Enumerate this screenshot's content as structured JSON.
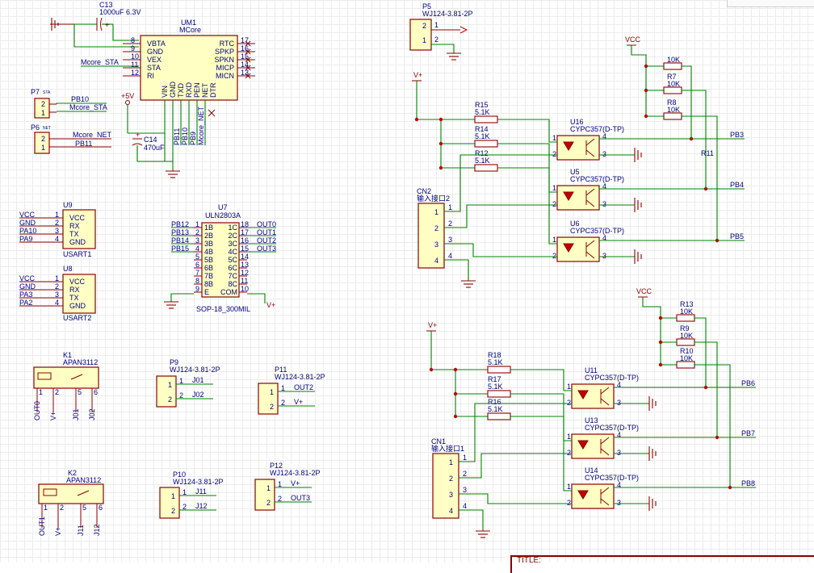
{
  "components": {
    "C13": {
      "ref": "C13",
      "value": "1000uF 6.3V"
    },
    "UM1": {
      "ref": "UM1",
      "value": "MCore",
      "left_pins": [
        {
          "num": "8",
          "name": "VBTA"
        },
        {
          "num": "9",
          "name": "GND"
        },
        {
          "num": "10",
          "name": "VEX"
        },
        {
          "num": "11",
          "name": "STA"
        },
        {
          "num": "12",
          "name": "RI"
        }
      ],
      "right_pins": [
        {
          "num": "17",
          "name": "RTC"
        },
        {
          "num": "16",
          "name": "SPKP"
        },
        {
          "num": "15",
          "name": "SPKN"
        },
        {
          "num": "14",
          "name": "MICP"
        },
        {
          "num": "13",
          "name": "MICN"
        }
      ],
      "bottom_pins": [
        "VIN",
        "GND",
        "TXD",
        "RXD",
        "PEN",
        "NET",
        "DTR"
      ]
    },
    "P5": {
      "ref": "P5",
      "value": "WJ124-3.81-2P"
    },
    "P7": {
      "ref": "P7",
      "sub": "STA"
    },
    "P6": {
      "ref": "P6",
      "sub": "NET"
    },
    "C14": {
      "ref": "C14",
      "value": "470uF"
    },
    "U9": {
      "ref": "U9",
      "value": "USART1",
      "pins": [
        "VCC",
        "RX",
        "TX",
        "GND"
      ],
      "nets": [
        "VCC",
        "GND",
        "PA10",
        "PA9"
      ]
    },
    "U8": {
      "ref": "U8",
      "value": "USART2",
      "pins": [
        "VCC",
        "RX",
        "TX",
        "GND"
      ],
      "nets": [
        "VCC",
        "GND",
        "PA3",
        "PA2"
      ]
    },
    "U7": {
      "ref": "U7",
      "value": "ULN2803A",
      "footprint": "SOP-18_300MIL",
      "left_pins": [
        {
          "num": "1",
          "name": "1B"
        },
        {
          "num": "2",
          "name": "2B"
        },
        {
          "num": "3",
          "name": "3B"
        },
        {
          "num": "4",
          "name": "4B"
        },
        {
          "num": "5",
          "name": "5B"
        },
        {
          "num": "6",
          "name": "6B"
        },
        {
          "num": "7",
          "name": "7B"
        },
        {
          "num": "8",
          "name": "8B"
        },
        {
          "num": "9",
          "name": "E"
        }
      ],
      "right_pins": [
        {
          "num": "18",
          "name": "1C"
        },
        {
          "num": "17",
          "name": "2C"
        },
        {
          "num": "16",
          "name": "3C"
        },
        {
          "num": "15",
          "name": "4C"
        },
        {
          "num": "14",
          "name": "5C"
        },
        {
          "num": "13",
          "name": "6C"
        },
        {
          "num": "12",
          "name": "7C"
        },
        {
          "num": "11",
          "name": "8C"
        },
        {
          "num": "10",
          "name": "COM"
        }
      ],
      "in_nets": [
        "PB12",
        "PB13",
        "PB14",
        "PB15"
      ],
      "out_nets": [
        "OUT0",
        "OUT1",
        "OUT2",
        "OUT3"
      ]
    },
    "K1": {
      "ref": "K1",
      "value": "APAN3112",
      "nets": [
        "OUT0",
        "V+",
        "J01",
        "J02"
      ],
      "pins": [
        "1",
        "2",
        "5",
        "6"
      ]
    },
    "K2": {
      "ref": "K2",
      "value": "APAN3112",
      "nets": [
        "OUT1",
        "V+",
        "J11",
        "J12"
      ],
      "pins": [
        "1",
        "2",
        "5",
        "6"
      ]
    },
    "P9": {
      "ref": "P9",
      "value": "WJ124-3.81-2P",
      "nets": [
        "J01",
        "J02"
      ]
    },
    "P11": {
      "ref": "P11",
      "value": "WJ124-3.81-2P",
      "nets": [
        "OUT2",
        "V+"
      ]
    },
    "P10": {
      "ref": "P10",
      "value": "WJ124-3.81-2P",
      "nets": [
        "J11",
        "J12"
      ]
    },
    "P12": {
      "ref": "P12",
      "value": "WJ124-3.81-2P",
      "nets": [
        "V+",
        "OUT3"
      ]
    },
    "CN2": {
      "ref": "CN2",
      "value": "输入接口2"
    },
    "CN1": {
      "ref": "CN1",
      "value": "输入接口1"
    },
    "R15": {
      "ref": "R15",
      "value": "5.1K"
    },
    "R14": {
      "ref": "R14",
      "value": "5.1K"
    },
    "R12": {
      "ref": "R12",
      "value": "5.1K"
    },
    "R18": {
      "ref": "R18",
      "value": "5.1K"
    },
    "R17": {
      "ref": "R17",
      "value": "5.1K"
    },
    "R16": {
      "ref": "R16",
      "value": "5.1K"
    },
    "R7": {
      "ref": "R7",
      "value": "10K"
    },
    "R8": {
      "ref": "R8",
      "value": "10K"
    },
    "R11": {
      "ref": "R11"
    },
    "R_top": {
      "value": "10K"
    },
    "R13": {
      "ref": "R13",
      "value": "10K"
    },
    "R9": {
      "ref": "R9",
      "value": "10K"
    },
    "R10": {
      "ref": "R10",
      "value": "10K"
    },
    "U16": {
      "ref": "U16",
      "value": "CYPC357(D-TP)"
    },
    "U5": {
      "ref": "U5",
      "value": "CYPC357(D-TP)"
    },
    "U6": {
      "ref": "U6",
      "value": "CYPC357(D-TP)"
    },
    "U11": {
      "ref": "U11",
      "value": "CYPC357(D-TP)"
    },
    "U13": {
      "ref": "U13",
      "value": "CYPC357(D-TP)"
    },
    "U14": {
      "ref": "U14",
      "value": "CYPC357(D-TP)"
    }
  },
  "nets": {
    "mcore_sta": "Mcore_STA",
    "mcore_net": "Mcore_NET",
    "mcore_net_v": "Mcore_NET",
    "pb10": "PB10",
    "pb11": "PB11",
    "pb11_v": "PB11",
    "pb10_v": "PB10",
    "pb9_v": "PB9",
    "plus5v": "+5V",
    "vplus": "V+",
    "vcc": "VCC",
    "pb3": "PB3",
    "pb4": "PB4",
    "pb5": "PB5",
    "pb6": "PB6",
    "pb7": "PB7",
    "pb8": "PB8"
  },
  "title_block": {
    "label": "TITLE:"
  },
  "colors": {
    "wire": "#008000",
    "part": "#8b0000",
    "body": "#ffffc4",
    "text": "#000080",
    "junction": "#c00000"
  }
}
